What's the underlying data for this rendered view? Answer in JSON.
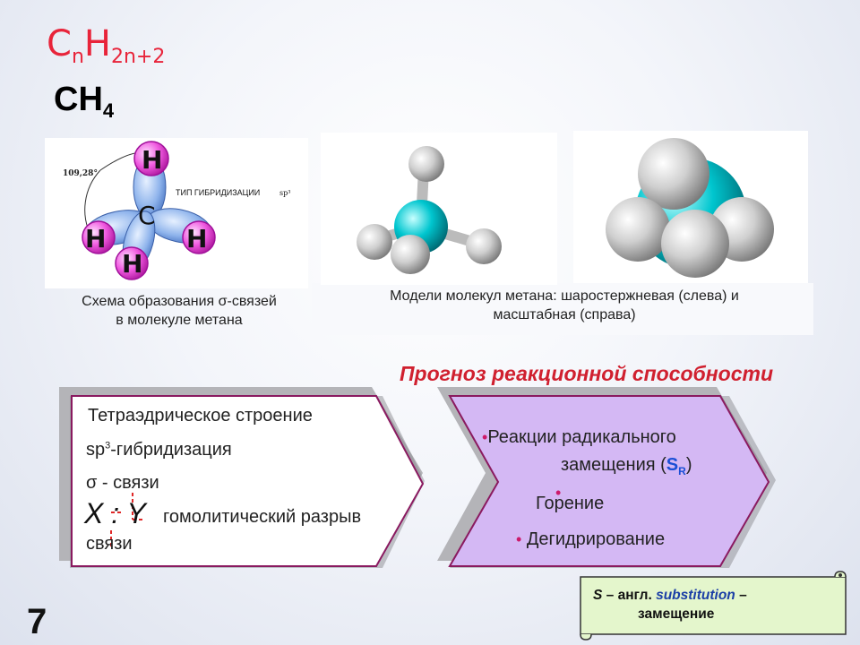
{
  "header": {
    "general_formula": {
      "base1": "C",
      "sub1": "n",
      "base2": "H",
      "sub2": "2n+2"
    },
    "molecule": {
      "base": "CH",
      "sub": "4"
    }
  },
  "orbital_scheme": {
    "angle_label": "109,28°",
    "hybrid_label_main": "ТИП ГИБРИДИЗАЦИИ",
    "hybrid_label_suffix": "sp³",
    "atom_center": "C",
    "atom_h": "H"
  },
  "captions": {
    "scheme": "Схема образования σ-связей в молекуле метана",
    "models": "Модели молекул метана: шаростержневая (слева) и масштабная (справа)"
  },
  "forecast_title": "Прогноз реакционной способности",
  "left_box": {
    "line1": "Тетраэдрическое строение",
    "line2_pre": "sp",
    "line2_sup": "3",
    "line2_post": "-гибридизация",
    "line3": "σ - связи",
    "xy": "X : Y",
    "line4": "гомолитический разрыв",
    "line5": "связи"
  },
  "right_box": {
    "item1_line1": "Реакции радикального",
    "item1_line2_pre": "замещения (",
    "item1_sr": "S",
    "item1_sr_sub": "R",
    "item1_line2_post": ")",
    "item2": "Горение",
    "item3": "Дегидрирование",
    "bullet": "•"
  },
  "note": {
    "s": "S",
    "dash1": " – англ. ",
    "word": "substitution",
    "dash2": " –",
    "translation": "замещение"
  },
  "slide_number": "7",
  "colors": {
    "formula": "#e8243a",
    "forecast": "#d0202f",
    "right_box_fill": "#d4b8f4",
    "note_fill": "#e4f6cc",
    "carbon_model": "#00b4c2",
    "hydrogen_ring": "#e83ad8"
  }
}
